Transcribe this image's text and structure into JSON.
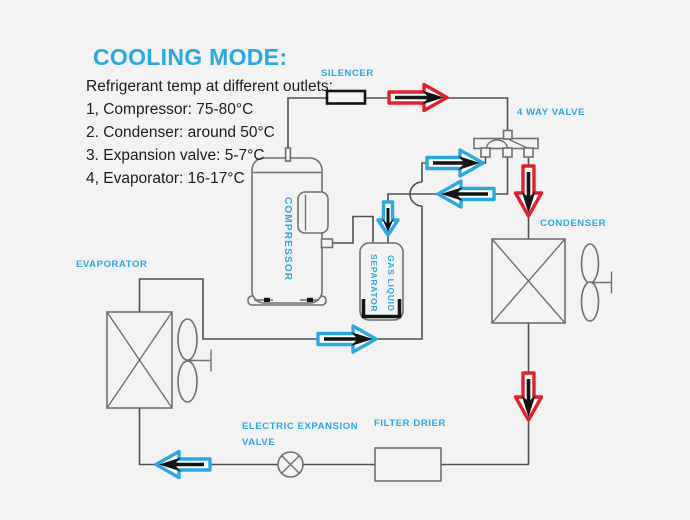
{
  "title": "COOLING MODE:",
  "notes": [
    "Refrigerant temp at different outlets:",
    "1, Compressor: 75-80°C",
    "2. Condenser: around 50°C",
    "3. Expansion valve: 5-7°C",
    "4, Evaporator: 16-17°C"
  ],
  "labels": {
    "silencer": "SILENCER",
    "four_way_valve": "4 WAY VALVE",
    "condenser": "CONDENSER",
    "evaporator": "EVAPORATOR",
    "compressor": "COMPRESSOR",
    "gas_liquid_separator": "GAS LIQUID SEPARATOR",
    "electric_expansion_valve_line1": "ELECTRIC EXPANSION",
    "electric_expansion_valve_line2": "VALVE",
    "filter_drier": "FILTER DRIER"
  },
  "colors": {
    "accent_blue": "#29a9e1",
    "accent_red": "#e71e29",
    "pipe_gray": "#4f4f51",
    "component_gray": "#707070",
    "ink_black": "#141414",
    "background": "#f3f3f4",
    "text_black": "#1d1d1f"
  }
}
